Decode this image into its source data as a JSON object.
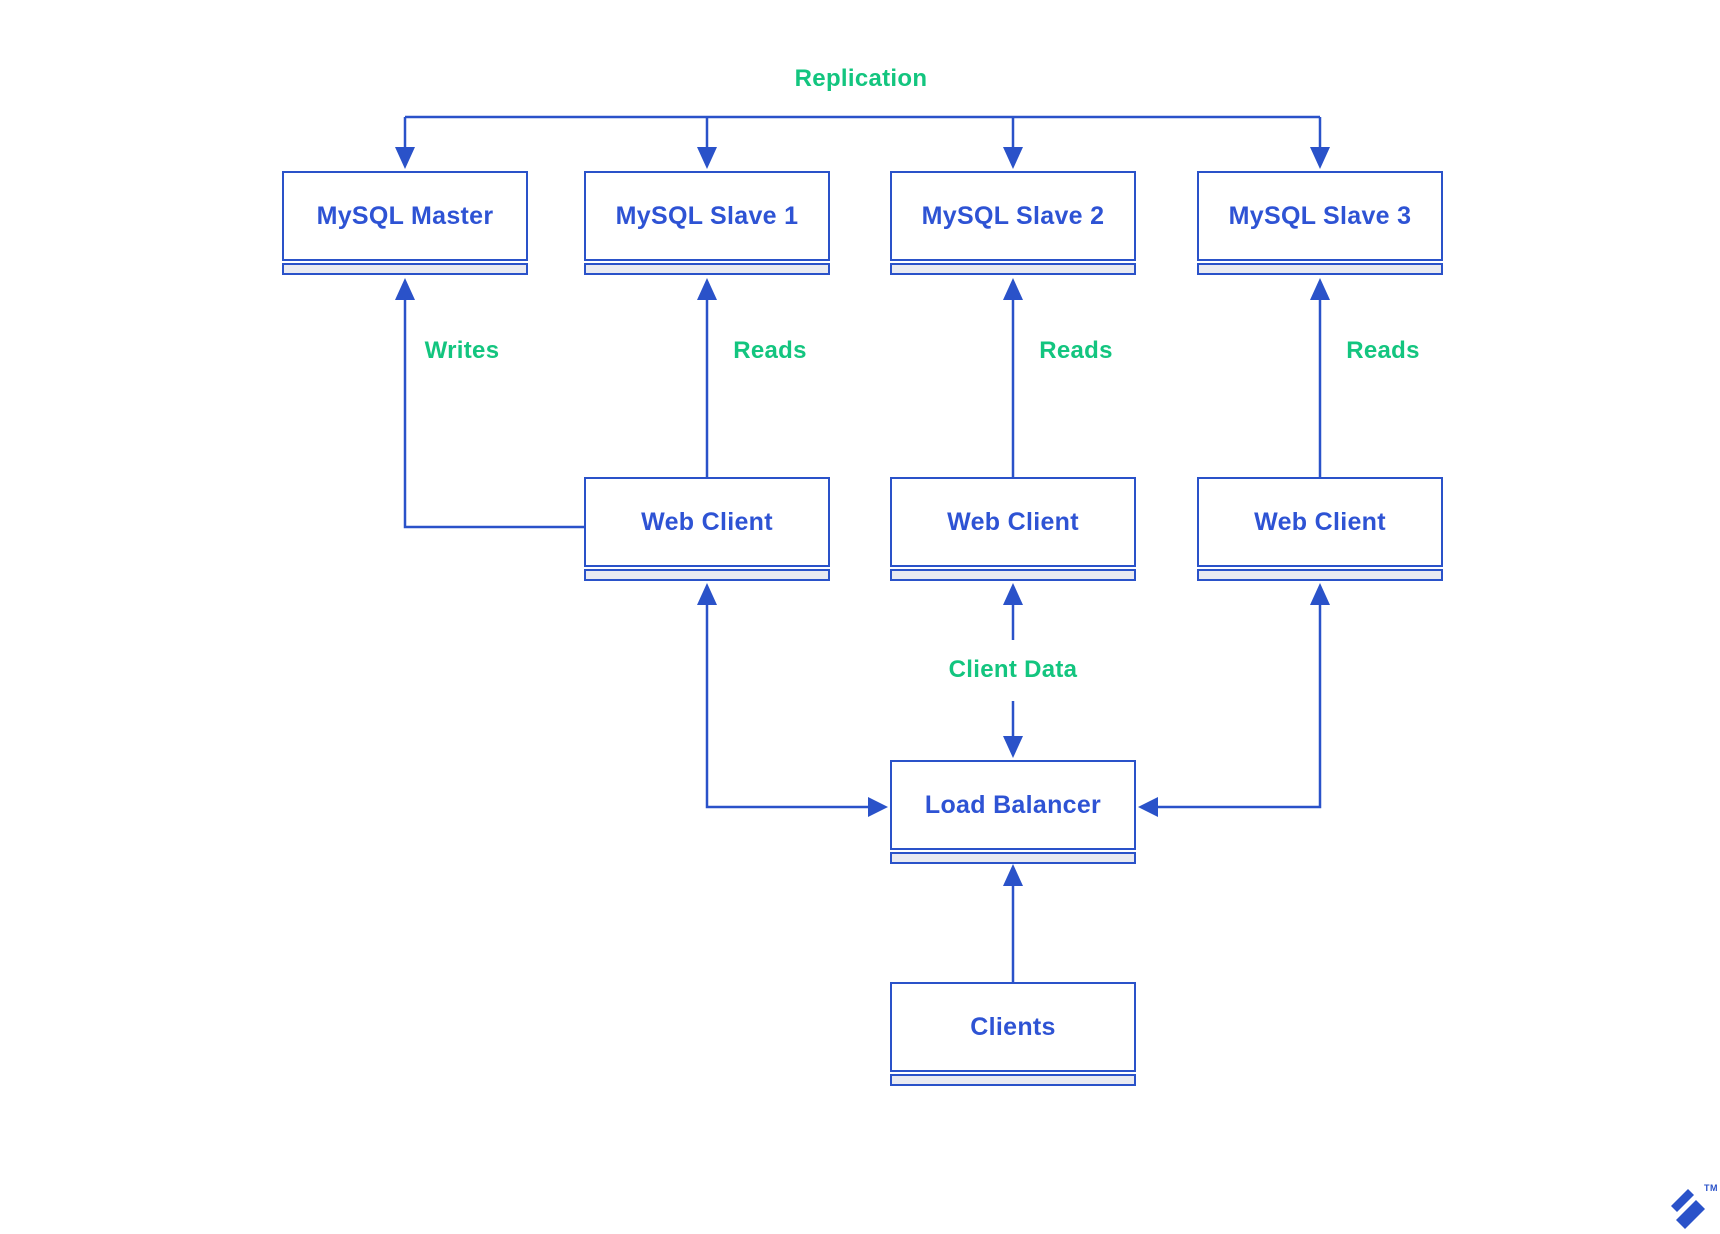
{
  "diagram": {
    "colors": {
      "line_blue": "#2A52C9",
      "text_blue": "#2E53D4",
      "label_green": "#13C57F",
      "strip_fill": "#E9EAF1"
    },
    "nodes": {
      "master": {
        "label": "MySQL Master"
      },
      "slave1": {
        "label": "MySQL Slave 1"
      },
      "slave2": {
        "label": "MySQL Slave 2"
      },
      "slave3": {
        "label": "MySQL Slave 3"
      },
      "web1": {
        "label": "Web Client"
      },
      "web2": {
        "label": "Web Client"
      },
      "web3": {
        "label": "Web Client"
      },
      "lb": {
        "label": "Load Balancer"
      },
      "clients": {
        "label": "Clients"
      }
    },
    "edge_labels": {
      "replication": "Replication",
      "writes": "Writes",
      "reads1": "Reads",
      "reads2": "Reads",
      "reads3": "Reads",
      "client_data": "Client Data"
    },
    "logo": {
      "trademark": "TM"
    }
  }
}
